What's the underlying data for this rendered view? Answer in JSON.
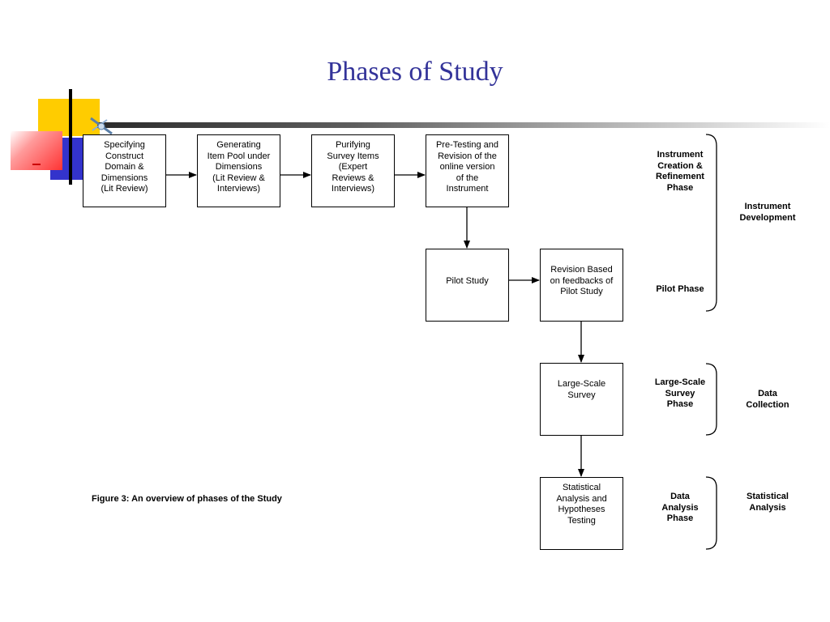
{
  "title": "Phases of Study",
  "boxes": {
    "specifying": "Specifying\nConstruct\nDomain &\nDimensions\n(Lit Review)",
    "generating": "Generating\nItem Pool under\nDimensions\n(Lit Review &\nInterviews)",
    "purifying": "Purifying\nSurvey Items\n(Expert\nReviews &\nInterviews)",
    "pretesting": "Pre-Testing and\nRevision of the\nonline version\nof the\nInstrument",
    "pilot": "Pilot Study",
    "revision": "Revision Based\non feedbacks of\nPilot Study",
    "largescale": "Large-Scale\nSurvey",
    "statistical": "Statistical\nAnalysis and\nHypotheses\nTesting"
  },
  "phases": {
    "instrument_creation": "Instrument\nCreation &\nRefinement\nPhase",
    "pilot_phase": "Pilot Phase",
    "survey_phase": "Large-Scale\nSurvey\nPhase",
    "analysis_phase": "Data\nAnalysis\nPhase"
  },
  "groups": {
    "instrument_development": "Instrument\nDevelopment",
    "data_collection": "Data\nCollection",
    "statistical_analysis": "Statistical\nAnalysis"
  },
  "caption": "Figure 3: An overview of phases of the Study",
  "colors": {
    "title": "#333399",
    "deco_yellow": "#ffcc00",
    "deco_blue": "#3333cc",
    "deco_red": "#ff3333"
  }
}
